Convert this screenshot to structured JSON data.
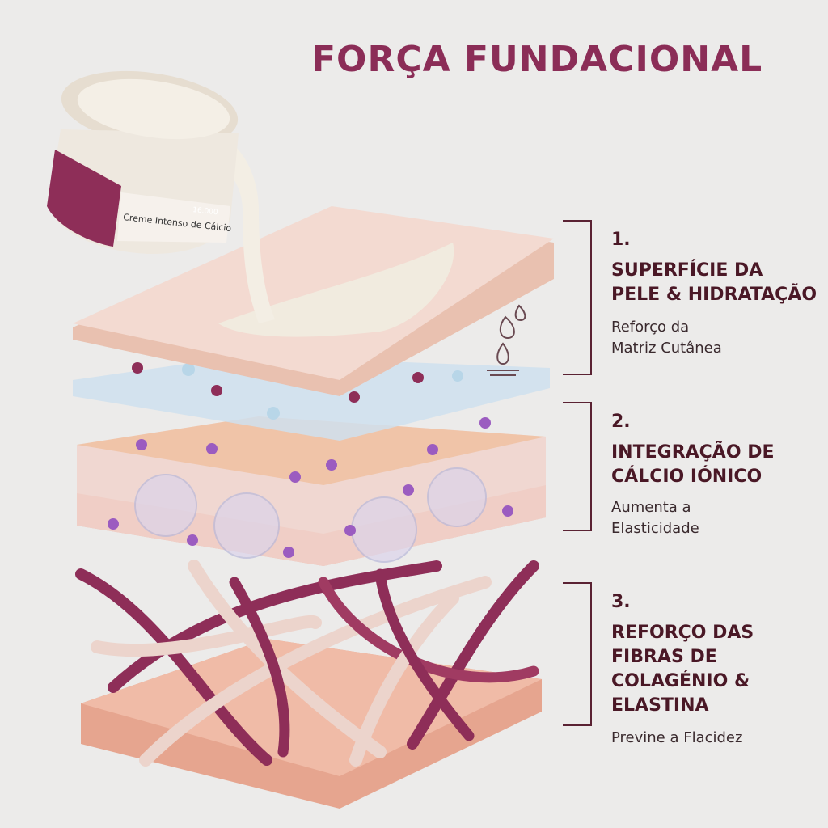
{
  "title": "FORÇA FUNDACIONAL",
  "jar": {
    "label_text": "Creme Intenso de Cálcio",
    "label_price": "16.000"
  },
  "sections": [
    {
      "number": "1.",
      "heading_lines": [
        "SUPERFÍCIE DA",
        "PELE & HIDRATAÇÃO"
      ],
      "subtitle_lines": [
        "Reforço da",
        "Matriz Cutânea"
      ]
    },
    {
      "number": "2.",
      "heading_lines": [
        "INTEGRAÇÃO DE",
        "CÁLCIO IÓNICO"
      ],
      "subtitle_lines": [
        "Aumenta a",
        "Elasticidade"
      ]
    },
    {
      "number": "3.",
      "heading_lines": [
        "REFORÇO DAS",
        "FIBRAS DE",
        "COLAGÉNIO &",
        "ELASTINA"
      ],
      "subtitle_lines": [
        "Previne a Flacidez"
      ]
    }
  ],
  "icons": [
    "water-drops-icon",
    "hydration-drop-icon"
  ],
  "colors": {
    "title": "#8b2d57",
    "heading": "#4a1826",
    "background": "#ecebea",
    "fiber_dark": "#8e2e58",
    "fiber_light": "#ecd4cc",
    "skin": "#eab7a4"
  }
}
